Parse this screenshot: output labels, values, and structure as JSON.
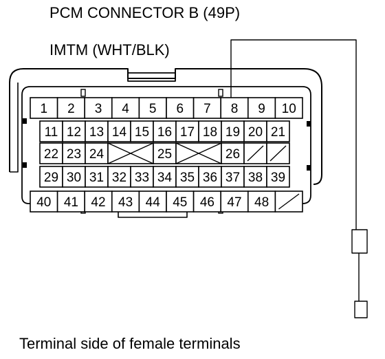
{
  "connector": {
    "title": "PCM CONNECTOR B (49P)",
    "wire_label": "IMTM (WHT/BLK)",
    "footer": "Terminal side of female terminals",
    "highlighted_terminal": "8"
  },
  "terminals": {
    "row1": [
      "1",
      "2",
      "3",
      "4",
      "5",
      "6",
      "7",
      "8",
      "9",
      "10"
    ],
    "row2": [
      "11",
      "12",
      "13",
      "14",
      "15",
      "16",
      "17",
      "18",
      "19",
      "20",
      "21"
    ],
    "row3": [
      "22",
      "23",
      "24",
      "",
      "25",
      "",
      "26",
      "",
      ""
    ],
    "row4": [
      "29",
      "30",
      "31",
      "32",
      "33",
      "34",
      "35",
      "36",
      "37",
      "38",
      "39"
    ],
    "row5": [
      "40",
      "41",
      "42",
      "43",
      "44",
      "45",
      "46",
      "47",
      "48",
      ""
    ]
  }
}
